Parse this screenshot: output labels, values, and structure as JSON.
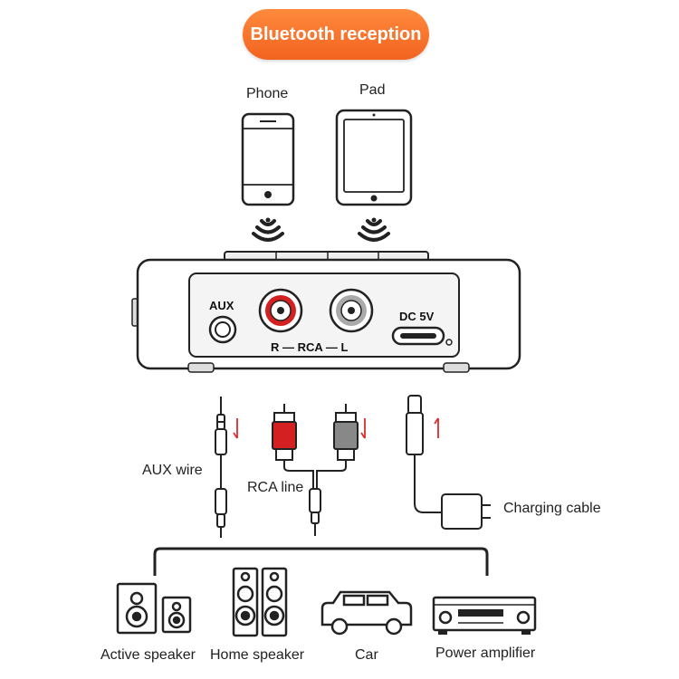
{
  "header": {
    "title": "Bluetooth reception"
  },
  "sources": [
    {
      "label": "Phone"
    },
    {
      "label": "Pad"
    }
  ],
  "device_ports": {
    "aux": "AUX",
    "rca": "R — RCA — L",
    "dc": "DC 5V"
  },
  "cables": {
    "aux_wire": "AUX wire",
    "rca_line": "RCA line",
    "charging_cable": "Charging cable"
  },
  "outputs": [
    {
      "label": "Active speaker"
    },
    {
      "label": "Home speaker"
    },
    {
      "label": "Car"
    },
    {
      "label": "Power amplifier"
    }
  ],
  "colors": {
    "badge": "#f2631f",
    "rca_red": "#d42020",
    "arrow_red": "#e0292b"
  }
}
